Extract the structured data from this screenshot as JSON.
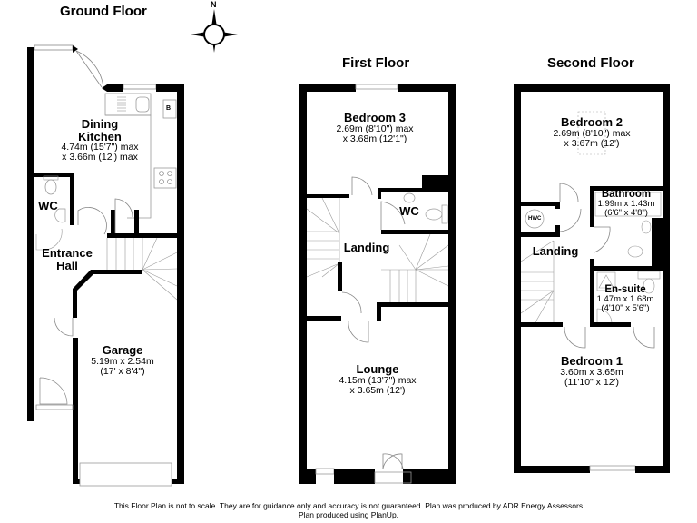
{
  "compass": {
    "label": "N"
  },
  "floors": [
    {
      "title": "Ground Floor",
      "rooms": [
        {
          "name": "Dining\nKitchen",
          "name_line1": "Dining",
          "name_line2": "Kitchen",
          "dim1": "4.74m (15'7\") max",
          "dim2": "x 3.66m (12') max"
        },
        {
          "name": "WC"
        },
        {
          "name_line1": "Entrance",
          "name_line2": "Hall"
        },
        {
          "name": "Garage",
          "dim1": "5.19m x 2.54m",
          "dim2": "(17' x 8'4\")"
        }
      ],
      "fixtures": {
        "boiler_label": "B"
      }
    },
    {
      "title": "First Floor",
      "rooms": [
        {
          "name": "Bedroom 3",
          "dim1": "2.69m (8'10\") max",
          "dim2": "x 3.68m (12'1\")"
        },
        {
          "name": "WC"
        },
        {
          "name": "Landing"
        },
        {
          "name": "Lounge",
          "dim1": "4.15m (13'7\") max",
          "dim2": "x 3.65m (12')"
        }
      ]
    },
    {
      "title": "Second Floor",
      "rooms": [
        {
          "name": "Bedroom 2",
          "dim1": "2.69m (8'10\") max",
          "dim2": "x 3.67m (12')"
        },
        {
          "name": "Bathroom",
          "dim1": "1.99m x 1.43m",
          "dim2": "(6'6\" x 4'8\")"
        },
        {
          "name": "Landing"
        },
        {
          "name": "En-suite",
          "dim1": "1.47m x 1.68m",
          "dim2": "(4'10\" x 5'6\")"
        },
        {
          "name": "Bedroom 1",
          "dim1": "3.60m x 3.65m",
          "dim2": "(11'10\" x 12')"
        }
      ],
      "fixtures": {
        "hwc_label": "HWC"
      }
    }
  ],
  "footer": {
    "line1": "This Floor Plan is not to scale. They are for guidance only and accuracy is not guaranteed. Plan was produced by ADR Energy Assessors",
    "line2": "Plan produced using PlanUp."
  },
  "colors": {
    "wall": "#000000",
    "fixture": "#9a9a9a",
    "background": "#ffffff"
  }
}
